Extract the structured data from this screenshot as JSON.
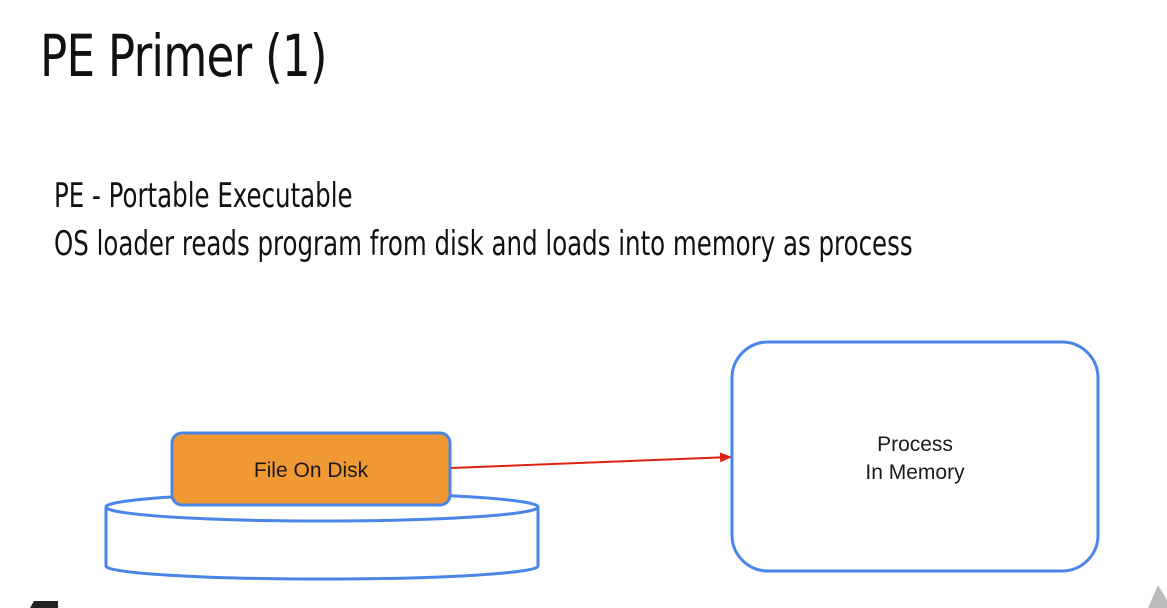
{
  "slide": {
    "title": "PE Primer (1)",
    "bullets": [
      "PE - Portable Executable",
      "OS loader reads program from disk and loads into memory as process"
    ]
  },
  "diagram": {
    "file_box_label": "File On Disk",
    "process_box_label_line1": "Process",
    "process_box_label_line2": "In Memory",
    "colors": {
      "outline_blue": "#4a86e8",
      "file_fill_orange": "#f09834",
      "arrow_red": "#dd2211"
    }
  }
}
